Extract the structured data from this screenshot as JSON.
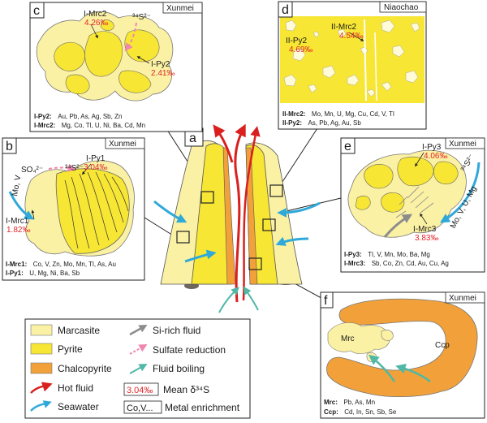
{
  "figure_title": "",
  "colors": {
    "marcasite": "#fbf1a4",
    "pyrite": "#f7e634",
    "chalcopyrite": "#f2a13a",
    "hot_fluid": "#d9201f",
    "seawater": "#2fa9d9",
    "si_fluid": "#8c8c8c",
    "sulfate": "#ef87ae",
    "boiling": "#4fb8a7",
    "mean_value": "#e0262a",
    "outline": "#3a3a3a",
    "rock": "#6e655c"
  },
  "central": {
    "label": "a"
  },
  "panels": {
    "b": {
      "label": "b",
      "location": "Xunmei",
      "so4_label": "SO₄²⁻",
      "s34_label": "³⁴S²⁻",
      "mineral_a": "I-Py1",
      "value_a": "3.04‰",
      "mineral_b": "I-Mrc1",
      "value_b": "1.82‰",
      "inflow_label": "Mo, V",
      "row1_mineral": "I-Mrc1:",
      "row1_elements": "Co, V, Zn, Mo, Mn, Tl, As, Au",
      "row2_mineral": "I-Py1:",
      "row2_elements": "U, Mg, Ni, Ba, Sb"
    },
    "c": {
      "label": "c",
      "location": "Xunmei",
      "s34_label": "³⁴S²⁻",
      "mineral_a": "I-Mrc2",
      "value_a": "4.26‰",
      "mineral_b": "I-Py2",
      "value_b": "2.41‰",
      "row1_mineral": "I-Py2:",
      "row1_elements": "Au, Pb, As, Ag, Sb, Zn",
      "row2_mineral": "I-Mrc2:",
      "row2_elements": "Mg, Co, Tl, U, Ni, Ba, Cd, Mn"
    },
    "d": {
      "label": "d",
      "location": "Niaochao",
      "mineral_a": "II-Py2",
      "value_a": "4.69‰",
      "mineral_b": "II-Mrc2",
      "value_b": "4.54‰",
      "row1_mineral": "II-Mrc2:",
      "row1_elements": "Mo, Mn, U, Mg, Cu, Cd, V, Tl",
      "row2_mineral": "II-Py2:",
      "row2_elements": "As, Pb, Ag, Au, Sb"
    },
    "e": {
      "label": "e",
      "location": "Xunmei",
      "s34_label": "³⁴S²⁻",
      "mineral_a": "I-Py3",
      "value_a": "4.06‰",
      "mineral_b": "I-Mrc3",
      "value_b": "3.83‰",
      "inflow_label": "Mo, V, U, Mg",
      "row1_mineral": "I-Py3:",
      "row1_elements": "Tl, V, Mn, Mo, Ba, Mg",
      "row2_mineral": "I-Mrc3:",
      "row2_elements": "Sb, Co, Zn, Cd, Au, Cu, Ag"
    },
    "f": {
      "label": "f",
      "location": "Xunmei",
      "mineral_a": "Mrc",
      "mineral_b": "Ccp",
      "row1_mineral": "Mrc:",
      "row1_elements": "Pb, As, Mn",
      "row2_mineral": "Ccp:",
      "row2_elements": "Cd, In, Sn, Sb, Se"
    }
  },
  "legend": {
    "items": [
      {
        "label": "Marcasite",
        "icon": "marcasite-swatch"
      },
      {
        "label": "Pyrite",
        "icon": "pyrite-swatch"
      },
      {
        "label": "Chalcopyrite",
        "icon": "chalcopyrite-swatch"
      },
      {
        "label": "Hot fluid",
        "icon": "red-arrow-icon"
      },
      {
        "label": "Seawater",
        "icon": "blue-arrow-icon"
      },
      {
        "label": "Si-rich fluid",
        "icon": "gray-arrow-icon"
      },
      {
        "label": "Sulfate reduction",
        "icon": "pink-dashed-arrow-icon"
      },
      {
        "label": "Fluid boiling",
        "icon": "teal-arrow-icon"
      },
      {
        "label": "Mean δ³⁴S",
        "icon": "red-value-box",
        "sample": "3.04‰"
      },
      {
        "label": "Metal enrichment",
        "icon": "element-box",
        "sample": "Co,V..."
      }
    ]
  }
}
